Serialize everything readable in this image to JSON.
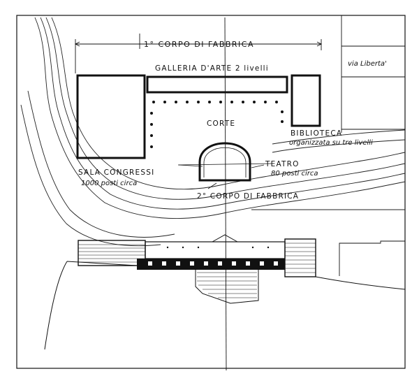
{
  "labels": {
    "corpo1": "1° CORPO DI FABBRICA",
    "galleria": "GALLERIA D'ARTE 2 livelli",
    "via": "via Liberta'",
    "corte": "CORTE",
    "biblioteca_1": "BIBLIOTECA",
    "biblioteca_2": "organizzata su tre livelli",
    "sala_1": "SALA CONGRESSI",
    "sala_2": "1000 posti circa",
    "teatro_1": "TEATRO",
    "teatro_2": "80 posti circa",
    "corpo2": "2° CORPO DI FABBRICA"
  }
}
